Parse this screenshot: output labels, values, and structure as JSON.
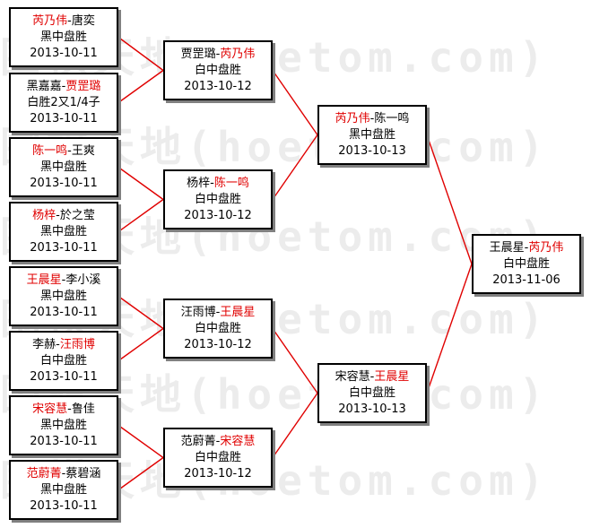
{
  "watermark": "围棋天地(hoetom.com)",
  "colors": {
    "winner": "#e00000",
    "line": "#e00000",
    "text": "#000000"
  },
  "round1": [
    {
      "p1": "芮乃伟",
      "sep": "-",
      "p2": "唐奕",
      "winner": 1,
      "result": "黑中盘胜",
      "date": "2013-10-11"
    },
    {
      "p1": "黑嘉嘉",
      "sep": "-",
      "p2": "贾罡璐",
      "winner": 2,
      "result": "白胜2又1/4子",
      "date": "2013-10-11"
    },
    {
      "p1": "陈一鸣",
      "sep": "-",
      "p2": "王爽",
      "winner": 1,
      "result": "黑中盘胜",
      "date": "2013-10-11"
    },
    {
      "p1": "杨梓",
      "sep": "-",
      "p2": "於之莹",
      "winner": 1,
      "result": "黑中盘胜",
      "date": "2013-10-11"
    },
    {
      "p1": "王晨星",
      "sep": "-",
      "p2": "李小溪",
      "winner": 1,
      "result": "黑中盘胜",
      "date": "2013-10-11"
    },
    {
      "p1": "李赫",
      "sep": "-",
      "p2": "汪雨博",
      "winner": 2,
      "result": "白中盘胜",
      "date": "2013-10-11"
    },
    {
      "p1": "宋容慧",
      "sep": "-",
      "p2": "鲁佳",
      "winner": 1,
      "result": "黑中盘胜",
      "date": "2013-10-11"
    },
    {
      "p1": "范蔚菁",
      "sep": "-",
      "p2": "蔡碧涵",
      "winner": 1,
      "result": "黑中盘胜",
      "date": "2013-10-11"
    }
  ],
  "round2": [
    {
      "p1": "贾罡璐",
      "sep": "-",
      "p2": "芮乃伟",
      "winner": 2,
      "result": "白中盘胜",
      "date": "2013-10-12"
    },
    {
      "p1": "杨梓",
      "sep": "-",
      "p2": "陈一鸣",
      "winner": 2,
      "result": "白中盘胜",
      "date": "2013-10-12"
    },
    {
      "p1": "汪雨博",
      "sep": "-",
      "p2": "王晨星",
      "winner": 2,
      "result": "白中盘胜",
      "date": "2013-10-12"
    },
    {
      "p1": "范蔚菁",
      "sep": "-",
      "p2": "宋容慧",
      "winner": 2,
      "result": "白中盘胜",
      "date": "2013-10-12"
    }
  ],
  "round3": [
    {
      "p1": "芮乃伟",
      "sep": "-",
      "p2": "陈一鸣",
      "winner": 1,
      "result": "黑中盘胜",
      "date": "2013-10-13"
    },
    {
      "p1": "宋容慧",
      "sep": "-",
      "p2": "王晨星",
      "winner": 2,
      "result": "白中盘胜",
      "date": "2013-10-13"
    }
  ],
  "final": [
    {
      "p1": "王晨星",
      "sep": "-",
      "p2": "芮乃伟",
      "winner": 2,
      "result": "白中盘胜",
      "date": "2013-11-06"
    }
  ]
}
